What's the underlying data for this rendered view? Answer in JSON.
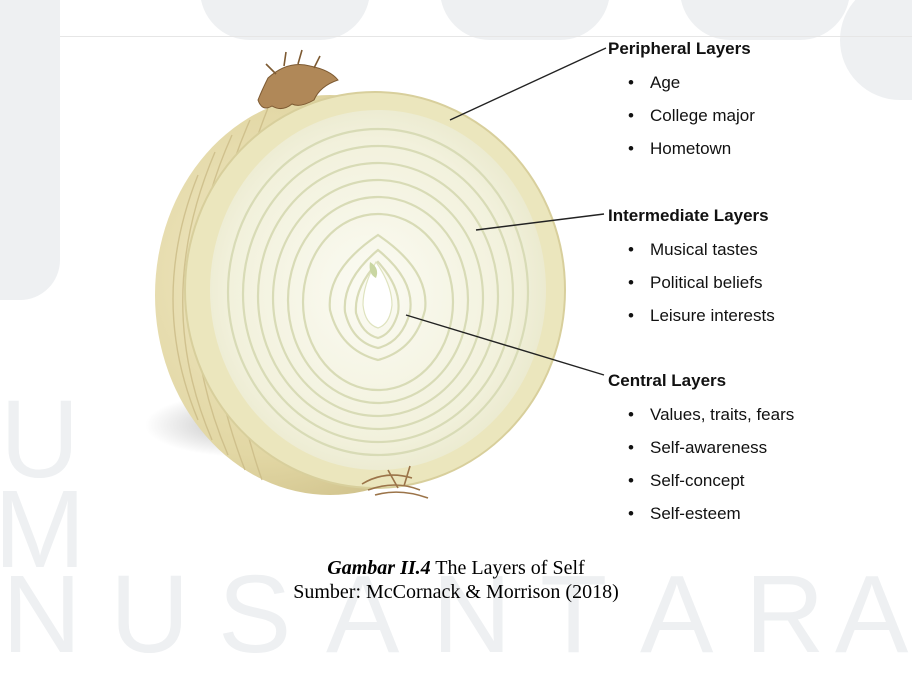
{
  "layers": [
    {
      "title": "Peripheral Layers",
      "items": [
        "Age",
        "College major",
        "Hometown"
      ]
    },
    {
      "title": "Intermediate Layers",
      "items": [
        "Musical tastes",
        "Political beliefs",
        "Leisure interests"
      ]
    },
    {
      "title": "Central Layers",
      "items": [
        "Values, traits, fears",
        "Self-awareness",
        "Self-concept",
        "Self-esteem"
      ]
    }
  ],
  "caption": {
    "label": "Gambar II.4",
    "title": " The Layers of Self",
    "source": "Sumber: McCornack & Morrison (2018)"
  },
  "watermark": {
    "letters_row1": [
      "U",
      "M"
    ],
    "letters_row2": [
      "N",
      "U",
      "S",
      "A",
      "N",
      "T",
      "A",
      "R",
      "A"
    ]
  },
  "colors": {
    "outer_skin": "#e3d9a8",
    "flesh": "#f4f2de",
    "rings": "#d9dcbd",
    "watermark": "#eef0f2"
  }
}
